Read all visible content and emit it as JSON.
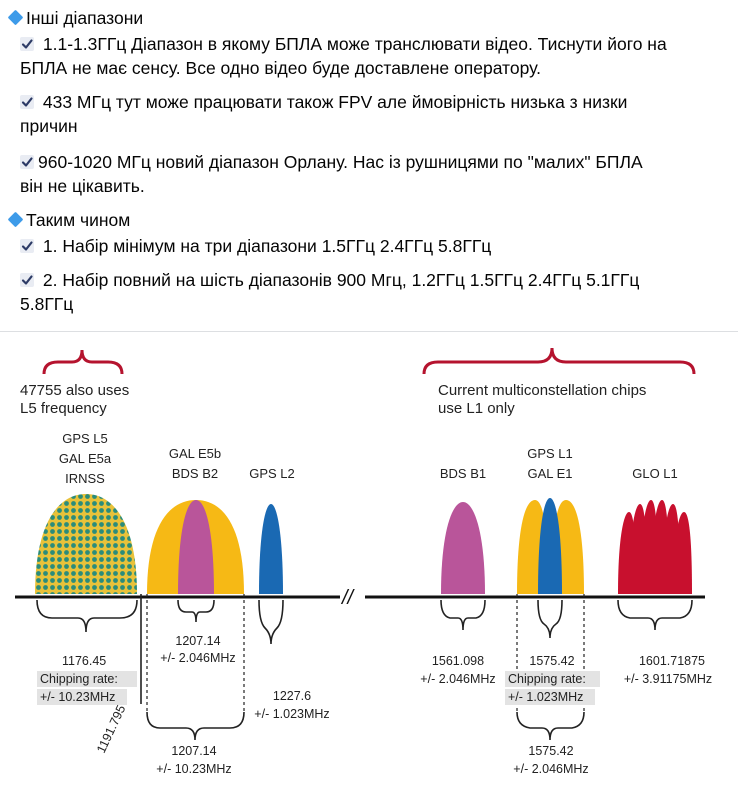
{
  "post": {
    "heading1": "Інші діапазони",
    "item1_line1": " 1.1-1.3ГГц Діапазон в якому БПЛА може транслювати відео. Тиснути його на",
    "item1_line2": "БПЛА не має сенсу. Все одно відео буде доставлене оператору.",
    "item2_line1": " 433 МГц тут може працювати також FPV але ймовірність низька з низки",
    "item2_line2": "причин",
    "item3_line1": "960-1020 МГц новий діапазон Орлану. Нас із рушницями по \"малих\" БПЛА",
    "item3_line2": "він не цікавить.",
    "heading2": "Таким чином",
    "item4": " 1. Набір мінімум на три діапазони 1.5ГГц 2.4ГГц 5.8ГГц",
    "item5_line1": " 2. Набір повний на шість діапазонів 900 Мгц, 1.2ГГц 1.5ГГц 2.4ГГц 5.1ГГц",
    "item5_line2": "5.8ГГц"
  },
  "diagram": {
    "note_left_1": "47755 also uses",
    "note_left_2": "L5 frequency",
    "note_right_1": "Current multiconstellation chips",
    "note_right_2": "use L1 only",
    "band1_label_1": "GPS L5",
    "band1_label_2": "GAL E5a",
    "band1_label_3": "IRNSS",
    "band2_label_1": "GAL E5b",
    "band2_label_2": "BDS B2",
    "band3_label": "GPS L2",
    "band4_label": "BDS B1",
    "band5_label_1": "GPS L1",
    "band5_label_2": "GAL E1",
    "band6_label": "GLO L1",
    "axis_break": "//",
    "freq_1176": "1176.45",
    "chipping_1": "Chipping rate:",
    "rate_1176": "+/- 10.23MHz",
    "freq_1191": "1191.795",
    "freq_1207a": "1207.14",
    "rate_1207a": "+/- 2.046MHz",
    "freq_1207b": "1207.14",
    "rate_1207b": "+/- 10.23MHz",
    "freq_1227": "1227.6",
    "rate_1227": "+/- 1.023MHz",
    "freq_1561": "1561.098",
    "rate_1561": "+/- 2.046MHz",
    "freq_1575a": "1575.42",
    "chipping_2": "Chipping rate:",
    "rate_1575a": "+/- 1.023MHz",
    "freq_1575b": "1575.42",
    "rate_1575b": "+/- 2.046MHz",
    "freq_1601": "1601.71875",
    "rate_1601": "+/- 3.91175MHz",
    "colors": {
      "bracket_red": "#b5132e",
      "magenta": "#b9559a",
      "yellow": "#f6b915",
      "blue": "#1a69b3",
      "red": "#c8102e",
      "teal_check": "#2a8c7b",
      "highlight": "#e3e3e3"
    }
  }
}
